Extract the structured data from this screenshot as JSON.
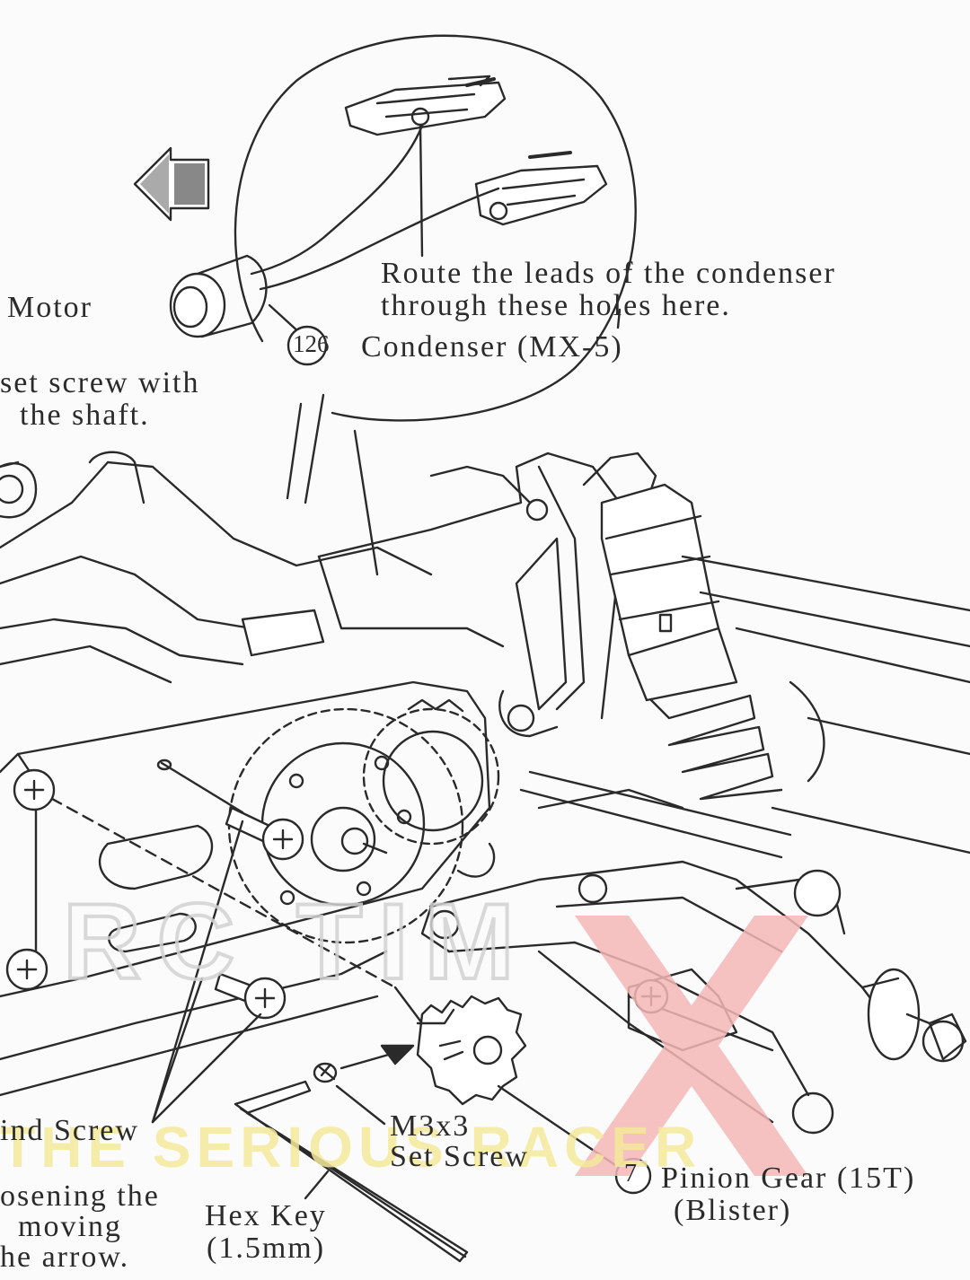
{
  "labels": {
    "motor": "Motor",
    "set_screw_note_line1": "set screw with",
    "set_screw_note_line2": "the shaft.",
    "route_leads_line1": "Route the leads of the condenser",
    "route_leads_line2": "through these holes here.",
    "condenser_number": "126",
    "condenser": "Condenser (MX-5)",
    "bind_screw": "ind Screw",
    "m3x3": "M3x3",
    "set_screw": "Set Screw",
    "pinion_number": "7",
    "pinion_gear": "Pinion Gear (15T)",
    "blister": "(Blister)",
    "loosening_line1": "osening the",
    "loosening_line2": "moving",
    "loosening_line3": "he arrow.",
    "hex_key": "Hex Key",
    "hex_key_size": "(1.5mm)"
  },
  "watermark": {
    "text": "THE SERIOUS RACER",
    "letter": "X",
    "colors": {
      "yellow": "#f3ea9a",
      "red": "#f4b6b6",
      "gray": "#d2d2d2"
    }
  }
}
